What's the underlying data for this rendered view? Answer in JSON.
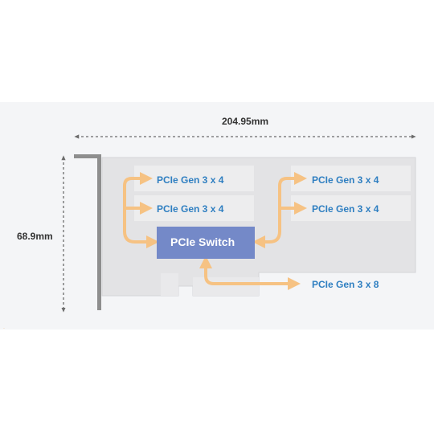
{
  "dimensions": {
    "width_label": "204.95mm",
    "height_label": "68.9mm"
  },
  "switch": {
    "label": "PCIe Switch"
  },
  "lanes": {
    "left_top": "PCIe Gen 3 x 4",
    "left_bottom": "PCIe Gen 3 x 4",
    "right_top": "PCIe Gen 3 x 4",
    "right_bottom": "PCIe Gen 3 x 4",
    "host": "PCIe Gen 3 x 8"
  },
  "colors": {
    "background_band": "#f4f5f7",
    "card": "#e3e3e5",
    "slot": "#ededee",
    "bracket": "#8e8e8e",
    "switch": "#7489c8",
    "arrow": "#f6c283",
    "lane_text": "#2f7fc1",
    "dimension_line": "#6b6b6b"
  }
}
